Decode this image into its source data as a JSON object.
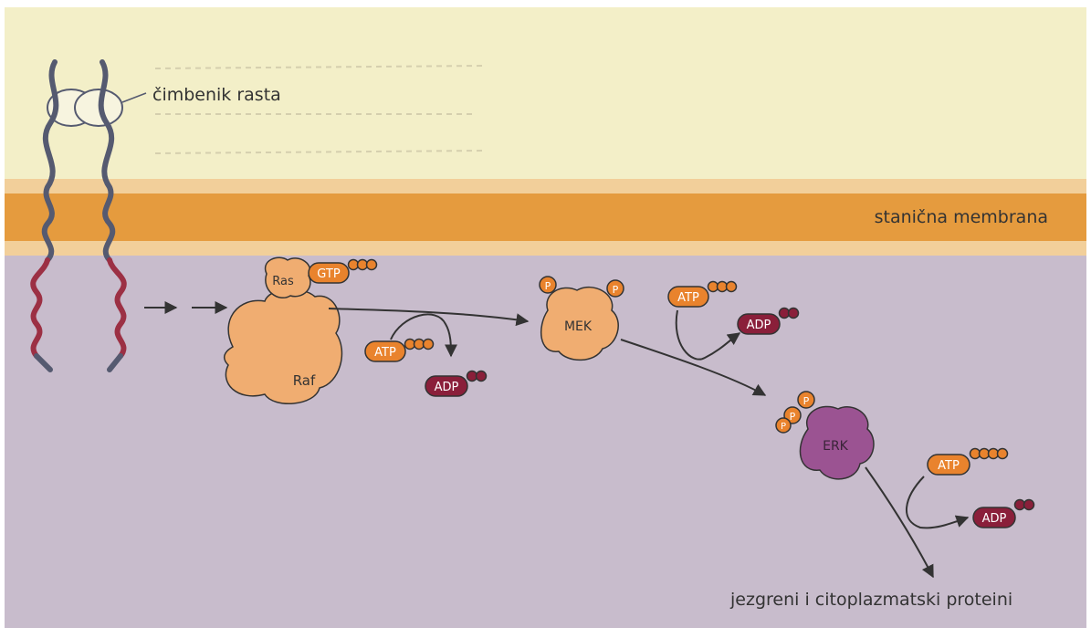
{
  "labels": {
    "growth_factor": "čimbenik rasta",
    "membrane": "stanična membrana",
    "ras": "Ras",
    "raf": "Raf",
    "mek": "MEK",
    "erk": "ERK",
    "targets": "jezgreni i citoplazmatski proteini"
  },
  "molecules": {
    "gtp": "GTP",
    "atp": "ATP",
    "adp": "ADP",
    "phosphate": "P"
  },
  "colors": {
    "extracellular": "#f3efc8",
    "membrane_band": "#e59b3e",
    "membrane_edge": "#f2cf9a",
    "cytoplasm": "#c8bccc",
    "protein": "#f0ad71",
    "erk": "#9b5392",
    "adp": "#8a1f3a",
    "receptor_inner": "#9c3044",
    "receptor_outer": "#555a70"
  }
}
